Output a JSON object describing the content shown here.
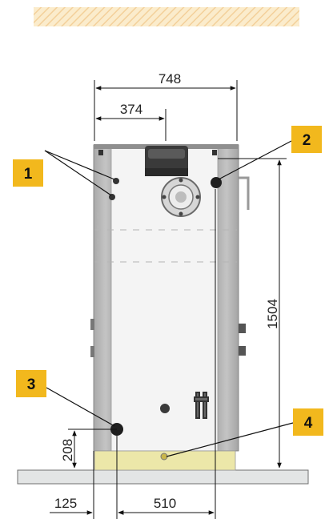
{
  "dimensions": {
    "overall_width": "748",
    "half_width": "374",
    "height": "1504",
    "bottom_height": "208",
    "left_offset": "125",
    "connection_spacing": "510"
  },
  "callouts": [
    "1",
    "2",
    "3",
    "4"
  ],
  "colors": {
    "callout_fill": "#f2b81d",
    "hatch_band": "#f7ddb0",
    "side_panel": "#b8b8b8",
    "front_panel": "#f4f4f4",
    "floor": "#e3e5e5",
    "base_plate": "#ece7a9"
  }
}
